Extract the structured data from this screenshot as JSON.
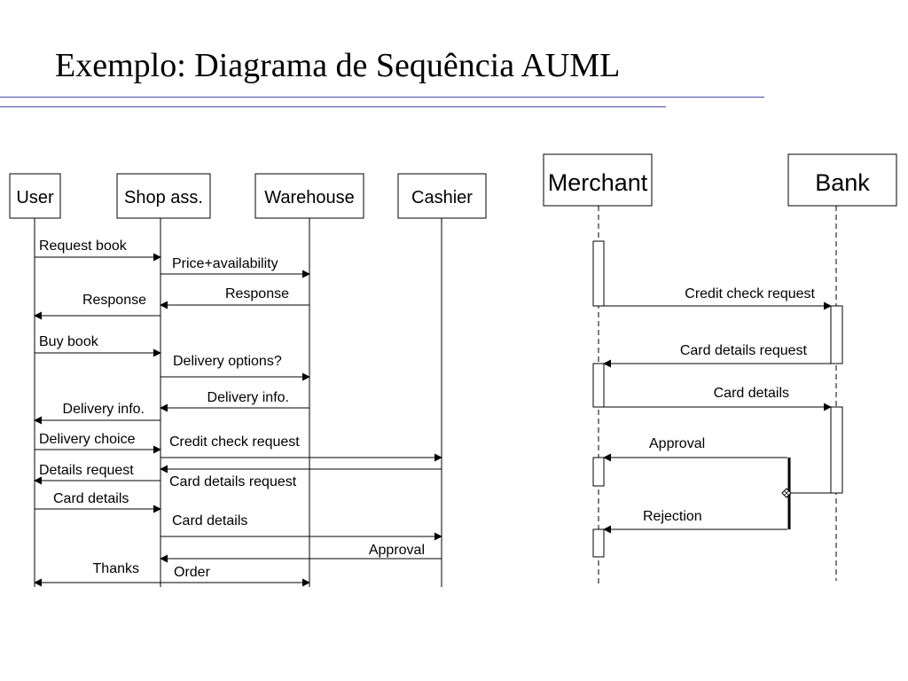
{
  "slide": {
    "title": "Exemplo: Diagrama de Sequência AUML"
  },
  "left_diagram": {
    "participants": [
      "User",
      "Shop ass.",
      "Warehouse",
      "Cashier"
    ],
    "messages": [
      {
        "label": "Request book",
        "from": "User",
        "to": "Shop ass."
      },
      {
        "label": "Price+availability",
        "from": "Shop ass.",
        "to": "Warehouse"
      },
      {
        "label": "Response",
        "from": "Warehouse",
        "to": "Shop ass."
      },
      {
        "label": "Response",
        "from": "Shop ass.",
        "to": "User"
      },
      {
        "label": "Buy book",
        "from": "User",
        "to": "Shop ass."
      },
      {
        "label": "Delivery options?",
        "from": "Shop ass.",
        "to": "Warehouse"
      },
      {
        "label": "Delivery info.",
        "from": "Warehouse",
        "to": "Shop ass."
      },
      {
        "label": "Delivery info.",
        "from": "Shop ass.",
        "to": "User"
      },
      {
        "label": "Delivery choice",
        "from": "User",
        "to": "Shop ass."
      },
      {
        "label": "Credit check request",
        "from": "Shop ass.",
        "to": "Cashier"
      },
      {
        "label": "Card details request",
        "from": "Cashier",
        "to": "Shop ass."
      },
      {
        "label": "Details request",
        "from": "Shop ass.",
        "to": "User"
      },
      {
        "label": "Card details",
        "from": "User",
        "to": "Shop ass."
      },
      {
        "label": "Card details",
        "from": "Shop ass.",
        "to": "Cashier"
      },
      {
        "label": "Approval",
        "from": "Cashier",
        "to": "Shop ass."
      },
      {
        "label": "Order",
        "from": "Shop ass.",
        "to": "Warehouse"
      },
      {
        "label": "Thanks",
        "from": "Shop ass.",
        "to": "User"
      }
    ]
  },
  "right_diagram": {
    "participants": [
      "Merchant",
      "Bank"
    ],
    "messages": [
      {
        "label": "Credit check request",
        "from": "Merchant",
        "to": "Bank"
      },
      {
        "label": "Card details request",
        "from": "Bank",
        "to": "Merchant"
      },
      {
        "label": "Card details",
        "from": "Merchant",
        "to": "Bank"
      },
      {
        "label": "Approval",
        "from": "Bank",
        "to": "Merchant"
      },
      {
        "label": "Rejection",
        "from": "Bank",
        "to": "Merchant"
      }
    ],
    "connector": "XOR"
  }
}
